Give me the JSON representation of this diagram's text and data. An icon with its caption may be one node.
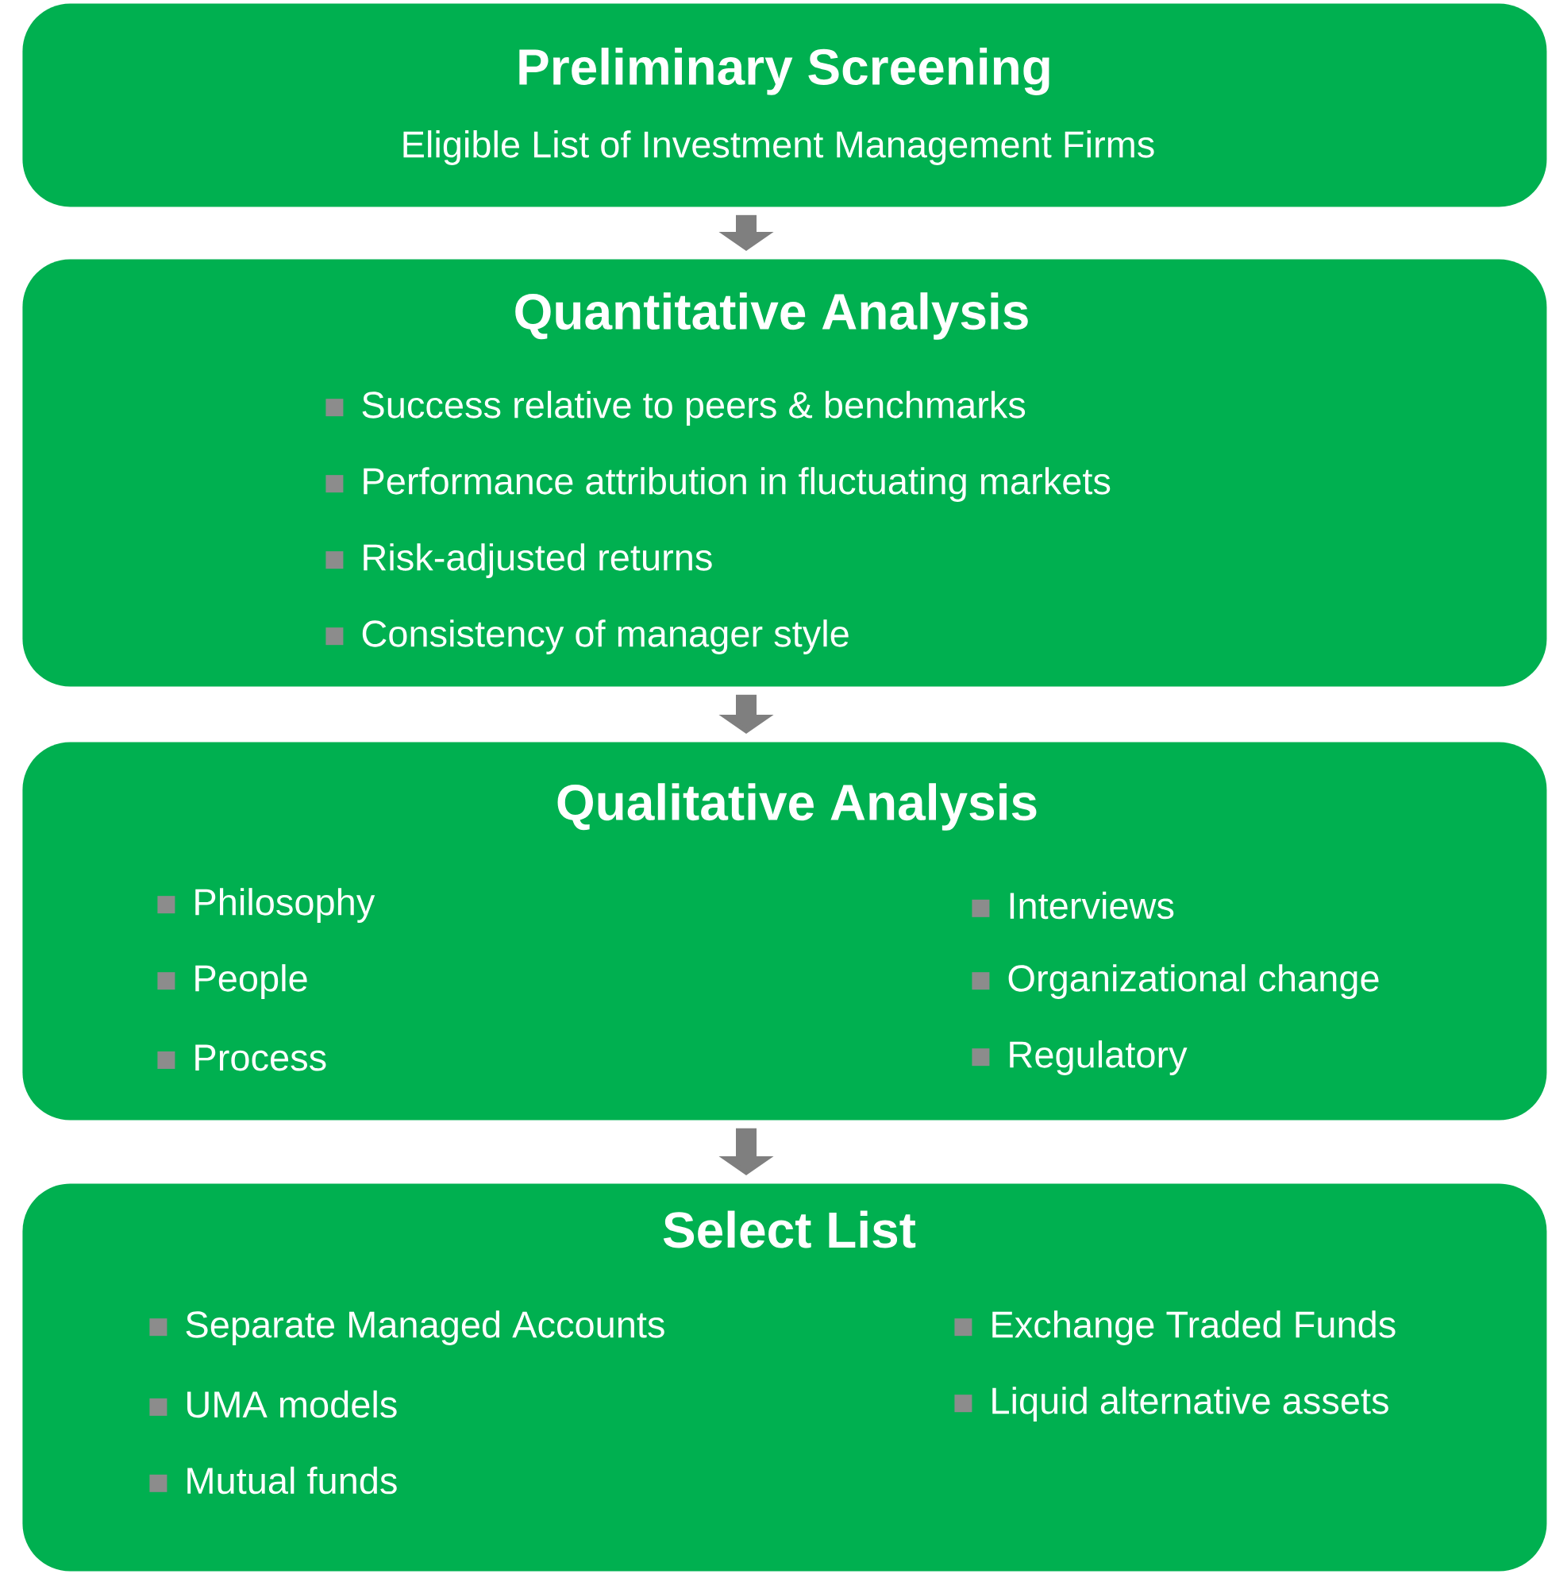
{
  "diagram": {
    "nodes": [
      {
        "text": [
          "Preliminary Screening",
          "Eligible List of Investment Management Firms"
        ]
      },
      {
        "text": [
          "Quantitative Analysis",
          "Success relative to peers & benchmarks",
          "Performance attribution in fluctuating markets",
          "Risk-adjusted returns",
          "Consistency of manager style"
        ]
      },
      {
        "text": [
          "Qualitative Analysis",
          "Philosophy",
          "People",
          "Process",
          "Interviews",
          "Organizational change",
          "Regulatory"
        ]
      },
      {
        "text": [
          "Select List",
          "Separate Managed Accounts",
          "UMA models",
          "Mutual funds",
          "Exchange Traded Funds",
          "Liquid alternative assets"
        ]
      }
    ],
    "edges": [
      {
        "from": 0,
        "to": 1,
        "arrow": "to"
      },
      {
        "from": 1,
        "to": 2,
        "arrow": "to"
      },
      {
        "from": 2,
        "to": 3,
        "arrow": "to"
      }
    ]
  }
}
